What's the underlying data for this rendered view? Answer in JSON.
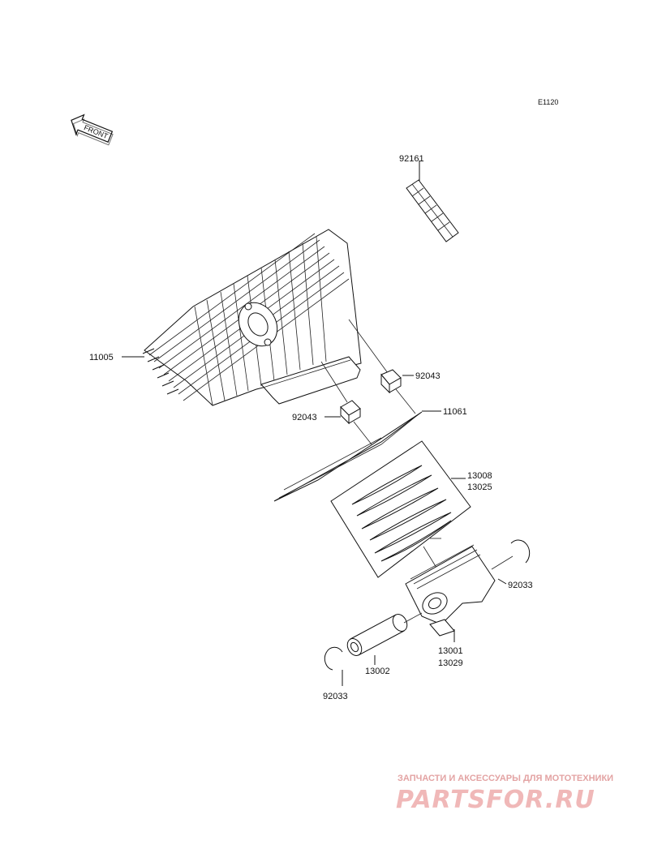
{
  "diagram": {
    "code": "E1120",
    "front_label": "FRONT",
    "callouts": {
      "p92161": "92161",
      "p11005": "11005",
      "p92043_upper": "92043",
      "p92043_lower": "92043",
      "p11061": "11061",
      "p13008": "13008",
      "p13025": "13025",
      "p92033_right": "92033",
      "p13001": "13001",
      "p13029": "13029",
      "p13002": "13002",
      "p92033_left": "92033"
    }
  },
  "watermark": {
    "subtitle": "ЗАПЧАСТИ И АКСЕССУАРЫ ДЛЯ МОТОТЕХНИКИ",
    "brand": "PARTSFOR.RU"
  },
  "colors": {
    "ink": "#111111",
    "watermark": "#f0b8b8"
  }
}
